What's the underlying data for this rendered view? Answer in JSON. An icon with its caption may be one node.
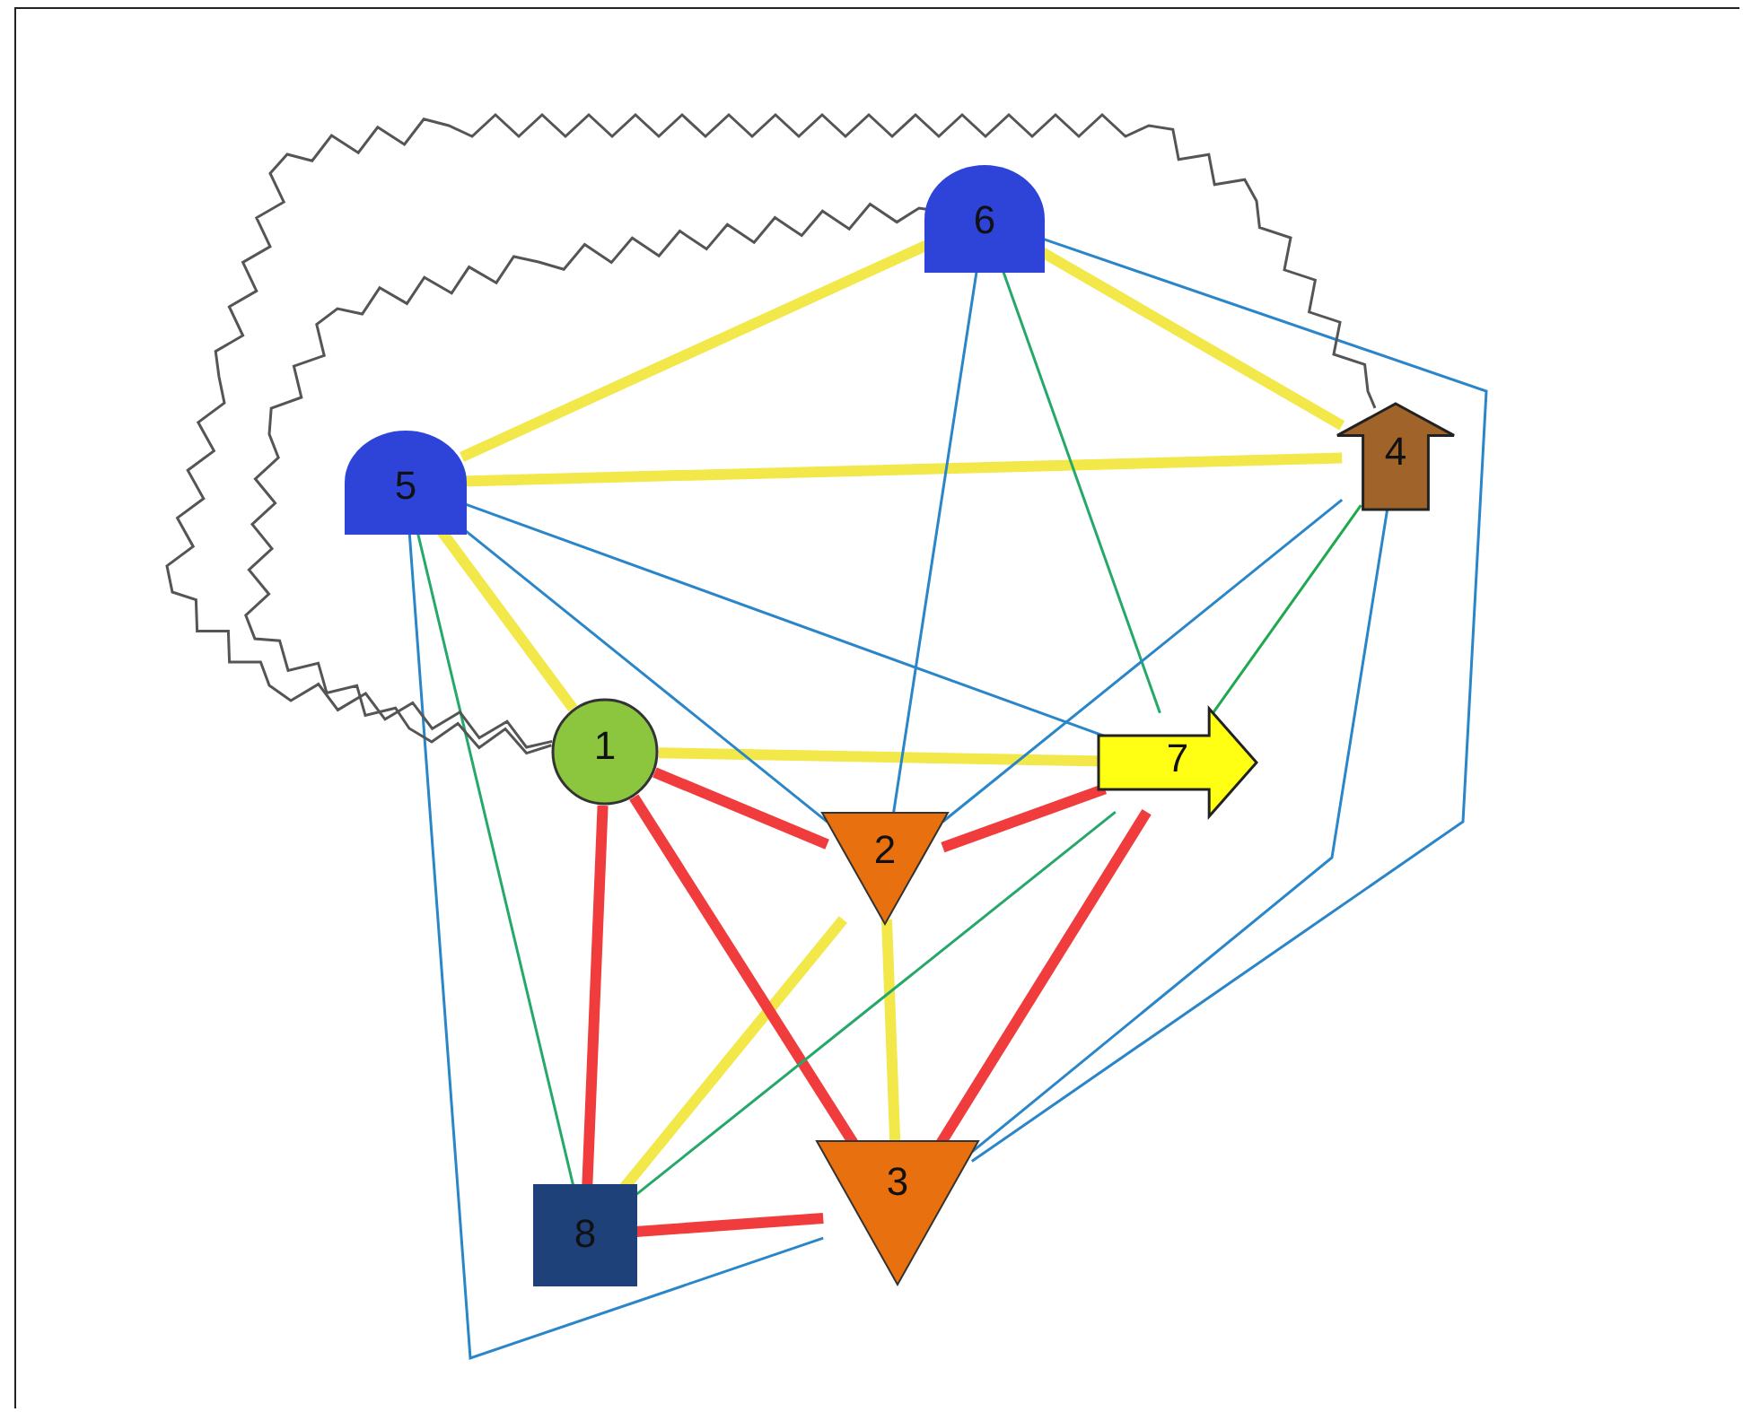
{
  "diagram": {
    "nodes": [
      {
        "text": [
          "1"
        ]
      },
      {
        "text": [
          "2"
        ]
      },
      {
        "text": [
          "3"
        ]
      },
      {
        "text": [
          "4"
        ]
      },
      {
        "text": [
          "5"
        ]
      },
      {
        "text": [
          "6"
        ]
      },
      {
        "text": [
          "7"
        ]
      },
      {
        "text": [
          "8"
        ]
      }
    ],
    "edges": [
      {
        "from": 4,
        "to": 5,
        "arrow": "none",
        "style": "thick",
        "color": "#f2e84a"
      },
      {
        "from": 4,
        "to": 3,
        "arrow": "none",
        "style": "thick",
        "color": "#f2e84a"
      },
      {
        "from": 5,
        "to": 3,
        "arrow": "none",
        "style": "thick",
        "color": "#f2e84a"
      },
      {
        "from": 4,
        "to": 0,
        "arrow": "none",
        "style": "thick",
        "color": "#f2e84a"
      },
      {
        "from": 0,
        "to": 6,
        "arrow": "none",
        "style": "thick",
        "color": "#f2e84a"
      },
      {
        "from": 1,
        "to": 2,
        "arrow": "none",
        "style": "thick",
        "color": "#f2e84a"
      },
      {
        "from": 1,
        "to": 7,
        "arrow": "none",
        "style": "thick",
        "color": "#f2e84a"
      },
      {
        "from": 0,
        "to": 1,
        "arrow": "none",
        "style": "thick",
        "color": "#f03c3c"
      },
      {
        "from": 0,
        "to": 2,
        "arrow": "none",
        "style": "thick",
        "color": "#f03c3c"
      },
      {
        "from": 0,
        "to": 7,
        "arrow": "none",
        "style": "thick",
        "color": "#f03c3c"
      },
      {
        "from": 1,
        "to": 6,
        "arrow": "none",
        "style": "thick",
        "color": "#f03c3c"
      },
      {
        "from": 6,
        "to": 2,
        "arrow": "none",
        "style": "thick",
        "color": "#f03c3c"
      },
      {
        "from": 7,
        "to": 2,
        "arrow": "none",
        "style": "thick",
        "color": "#f03c3c"
      },
      {
        "from": 4,
        "to": 7,
        "arrow": "none",
        "color": "#25a86a"
      },
      {
        "from": 5,
        "to": 6,
        "arrow": "none",
        "color": "#25a86a"
      },
      {
        "from": 6,
        "to": 7,
        "arrow": "none",
        "color": "#25a86a"
      },
      {
        "from": 6,
        "to": 3,
        "arrow": "none",
        "color": "#1fa84f"
      },
      {
        "from": 4,
        "to": 1,
        "arrow": "none",
        "color": "#2a86c8"
      },
      {
        "from": 4,
        "to": 6,
        "arrow": "none",
        "color": "#2a86c8"
      },
      {
        "from": 5,
        "to": 1,
        "arrow": "none",
        "color": "#2a86c8"
      },
      {
        "from": 3,
        "to": 1,
        "arrow": "none",
        "color": "#2a86c8"
      },
      {
        "from": 5,
        "to": 2,
        "arrow": "none",
        "color": "#2a86c8"
      },
      {
        "from": 3,
        "to": 2,
        "arrow": "none",
        "color": "#2a86c8"
      },
      {
        "from": 4,
        "to": 2,
        "arrow": "none",
        "color": "#2a86c8"
      },
      {
        "from": 0,
        "to": 5,
        "arrow": "none",
        "color": "#555555"
      },
      {
        "from": 0,
        "to": 3,
        "arrow": "none",
        "color": "#555555"
      }
    ]
  }
}
